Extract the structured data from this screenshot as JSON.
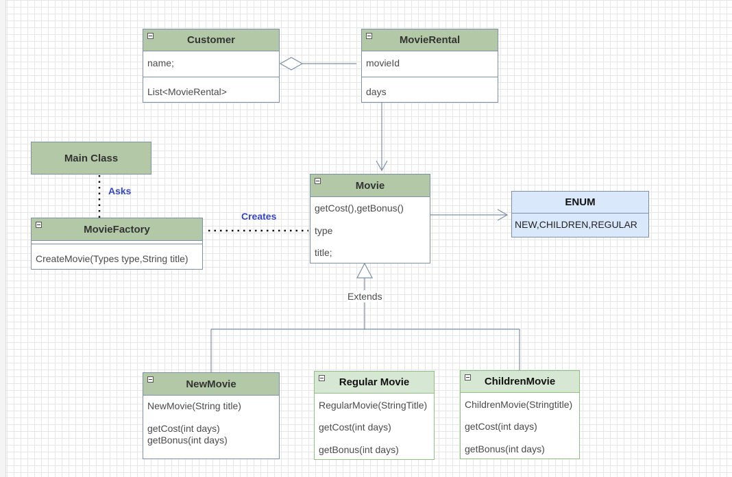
{
  "classes": {
    "customer": {
      "title": "Customer",
      "attr": "name;",
      "op": "List<MovieRental>"
    },
    "movierental": {
      "title": "MovieRental",
      "attr": "movieId",
      "op": "days"
    },
    "mainclass": {
      "title": "Main Class"
    },
    "moviefactory": {
      "title": "MovieFactory",
      "op": "CreateMovie(Types type,String title)"
    },
    "movie": {
      "title": "Movie",
      "rows": [
        "getCost(),getBonus()",
        "type",
        "title;"
      ]
    },
    "enum": {
      "title": "ENUM",
      "values": "NEW,CHILDREN,REGULAR"
    },
    "newmovie": {
      "title": "NewMovie",
      "rows": [
        "NewMovie(String title)",
        "getCost(int days)",
        "getBonus(int days)"
      ]
    },
    "regularmovie": {
      "title": "Regular Movie",
      "rows": [
        "RegularMovie(StringTitle)",
        "getCost(int days)",
        "getBonus(int days)"
      ]
    },
    "childrenmovie": {
      "title": "ChildrenMovie",
      "rows": [
        "ChildrenMovie(Stringtitle)",
        "getCost(int days)",
        "getBonus(int days)"
      ]
    }
  },
  "labels": {
    "asks": "Asks",
    "creates": "Creates",
    "extends": "Extends"
  },
  "colors": {
    "header": "#b3c8a6",
    "header_light": "#d6e8d3",
    "enum_fill": "#dae8fc",
    "border": "#7b8fa6",
    "label": "#3344cc"
  }
}
